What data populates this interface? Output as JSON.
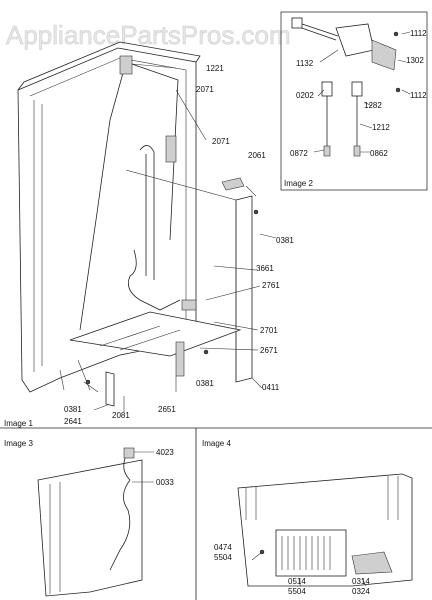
{
  "watermark": "AppliancePartsPros.com",
  "panels": {
    "image1": "Image 1",
    "image2": "Image 2",
    "image3": "Image 3",
    "image4": "Image 4"
  },
  "labels": {
    "p1221": "1221",
    "p2071a": "2071",
    "p2071b": "2071",
    "p2061": "2061",
    "p0381a": "0381",
    "p3661": "3661",
    "p2761": "2761",
    "p2701": "2701",
    "p2671": "2671",
    "p0381b": "0381",
    "p0411": "0411",
    "p2651": "2651",
    "p2081": "2081",
    "p0381c": "0381",
    "p2641": "2641",
    "p1112a": "1112",
    "p1132": "1132",
    "p1302": "1302",
    "p1112b": "1112",
    "p0202": "0202",
    "p1282": "1282",
    "p1212": "1212",
    "p0872": "0872",
    "p0862": "0862",
    "p4023": "4023",
    "p0033": "0033",
    "p0474": "0474",
    "p5504a": "5504",
    "p0514": "0514",
    "p5504b": "5504",
    "p0314": "0314",
    "p0324": "0324"
  }
}
